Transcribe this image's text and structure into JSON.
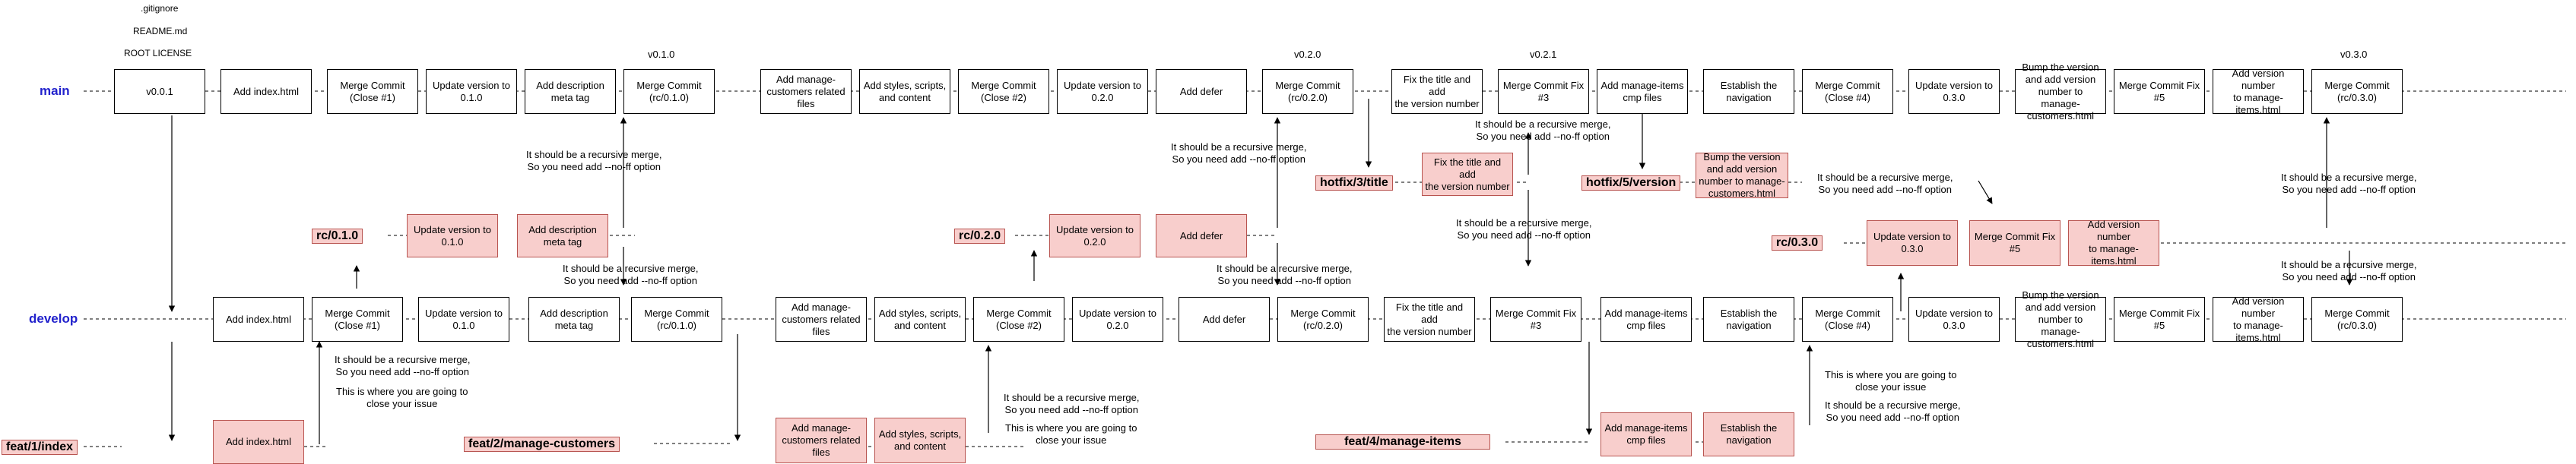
{
  "files": [
    ".gitignore",
    "README.md",
    "ROOT LICENSE"
  ],
  "lanes": {
    "main": "main",
    "develop": "develop"
  },
  "main_commits": [
    "v0.0.1",
    "Add index.html",
    "Merge Commit\n(Close #1)",
    "Update version to\n0.1.0",
    "Add description\nmeta tag",
    "Merge Commit\n(rc/0.1.0)",
    "Add manage-\ncustomers related\nfiles",
    "Add styles, scripts,\nand content",
    "Merge Commit\n(Close #2)",
    "Update version to\n0.2.0",
    "Add defer",
    "Merge Commit\n(rc/0.2.0)",
    "Fix the title and add\nthe version number",
    "Merge Commit Fix\n#3",
    "Add manage-items\ncmp files",
    "Establish the\nnavigation",
    "Merge Commit\n(Close #4)",
    "Update version to\n0.3.0",
    "Bump the version\nand add version\nnumber to manage-\ncustomers.html",
    "Merge Commit Fix\n#5",
    "Add version number\nto manage-\nitems.html",
    "Merge Commit\n(rc/0.3.0)"
  ],
  "develop_commits": [
    "Add index.html",
    "Merge Commit\n(Close #1)",
    "Update version to\n0.1.0",
    "Add description\nmeta tag",
    "Merge Commit\n(rc/0.1.0)",
    "Add manage-\ncustomers related\nfiles",
    "Add styles, scripts,\nand content",
    "Merge Commit\n(Close #2)",
    "Update version to\n0.2.0",
    "Add defer",
    "Merge Commit\n(rc/0.2.0)",
    "Fix the title and add\nthe version number",
    "Merge Commit Fix\n#3",
    "Add manage-items\ncmp files",
    "Establish the\nnavigation",
    "Merge Commit\n(Close #4)",
    "Update version to\n0.3.0",
    "Bump the version\nand add version\nnumber to manage-\ncustomers.html",
    "Merge Commit Fix\n#5",
    "Add version number\nto manage-\nitems.html",
    "Merge Commit\n(rc/0.3.0)"
  ],
  "branch_commits": {
    "rc010": [
      "Update version to\n0.1.0",
      "Add description\nmeta tag"
    ],
    "rc020": [
      "Update version to\n0.2.0",
      "Add defer"
    ],
    "rc030": [
      "Update version to\n0.3.0",
      "Merge Commit Fix\n#5",
      "Add version number\nto manage-\nitems.html"
    ],
    "hotfix3": [
      "Fix the title and add\nthe version number"
    ],
    "hotfix5": [
      "Bump the version\nand add version\nnumber to manage-\ncustomers.html"
    ],
    "feat1": [
      "Add index.html"
    ],
    "feat2": [
      "Add manage-\ncustomers related\nfiles",
      "Add styles, scripts,\nand content"
    ],
    "feat4": [
      "Add manage-items\ncmp files",
      "Establish the\nnavigation"
    ]
  },
  "tags": {
    "rc010": "rc/0.1.0",
    "rc020": "rc/0.2.0",
    "rc030": "rc/0.3.0",
    "hotfix3": "hotfix/3/title",
    "hotfix5": "hotfix/5/version",
    "feat1": "feat/1/index",
    "feat2": "feat/2/manage-customers",
    "feat4": "feat/4/manage-items"
  },
  "versions": [
    "v0.1.0",
    "v0.2.0",
    "v0.2.1",
    "v0.3.0"
  ],
  "notes": {
    "recursive": "It should be a recursive merge,\nSo you need add --no-ff option",
    "close_issue": "This is where you are going to\nclose your issue"
  }
}
